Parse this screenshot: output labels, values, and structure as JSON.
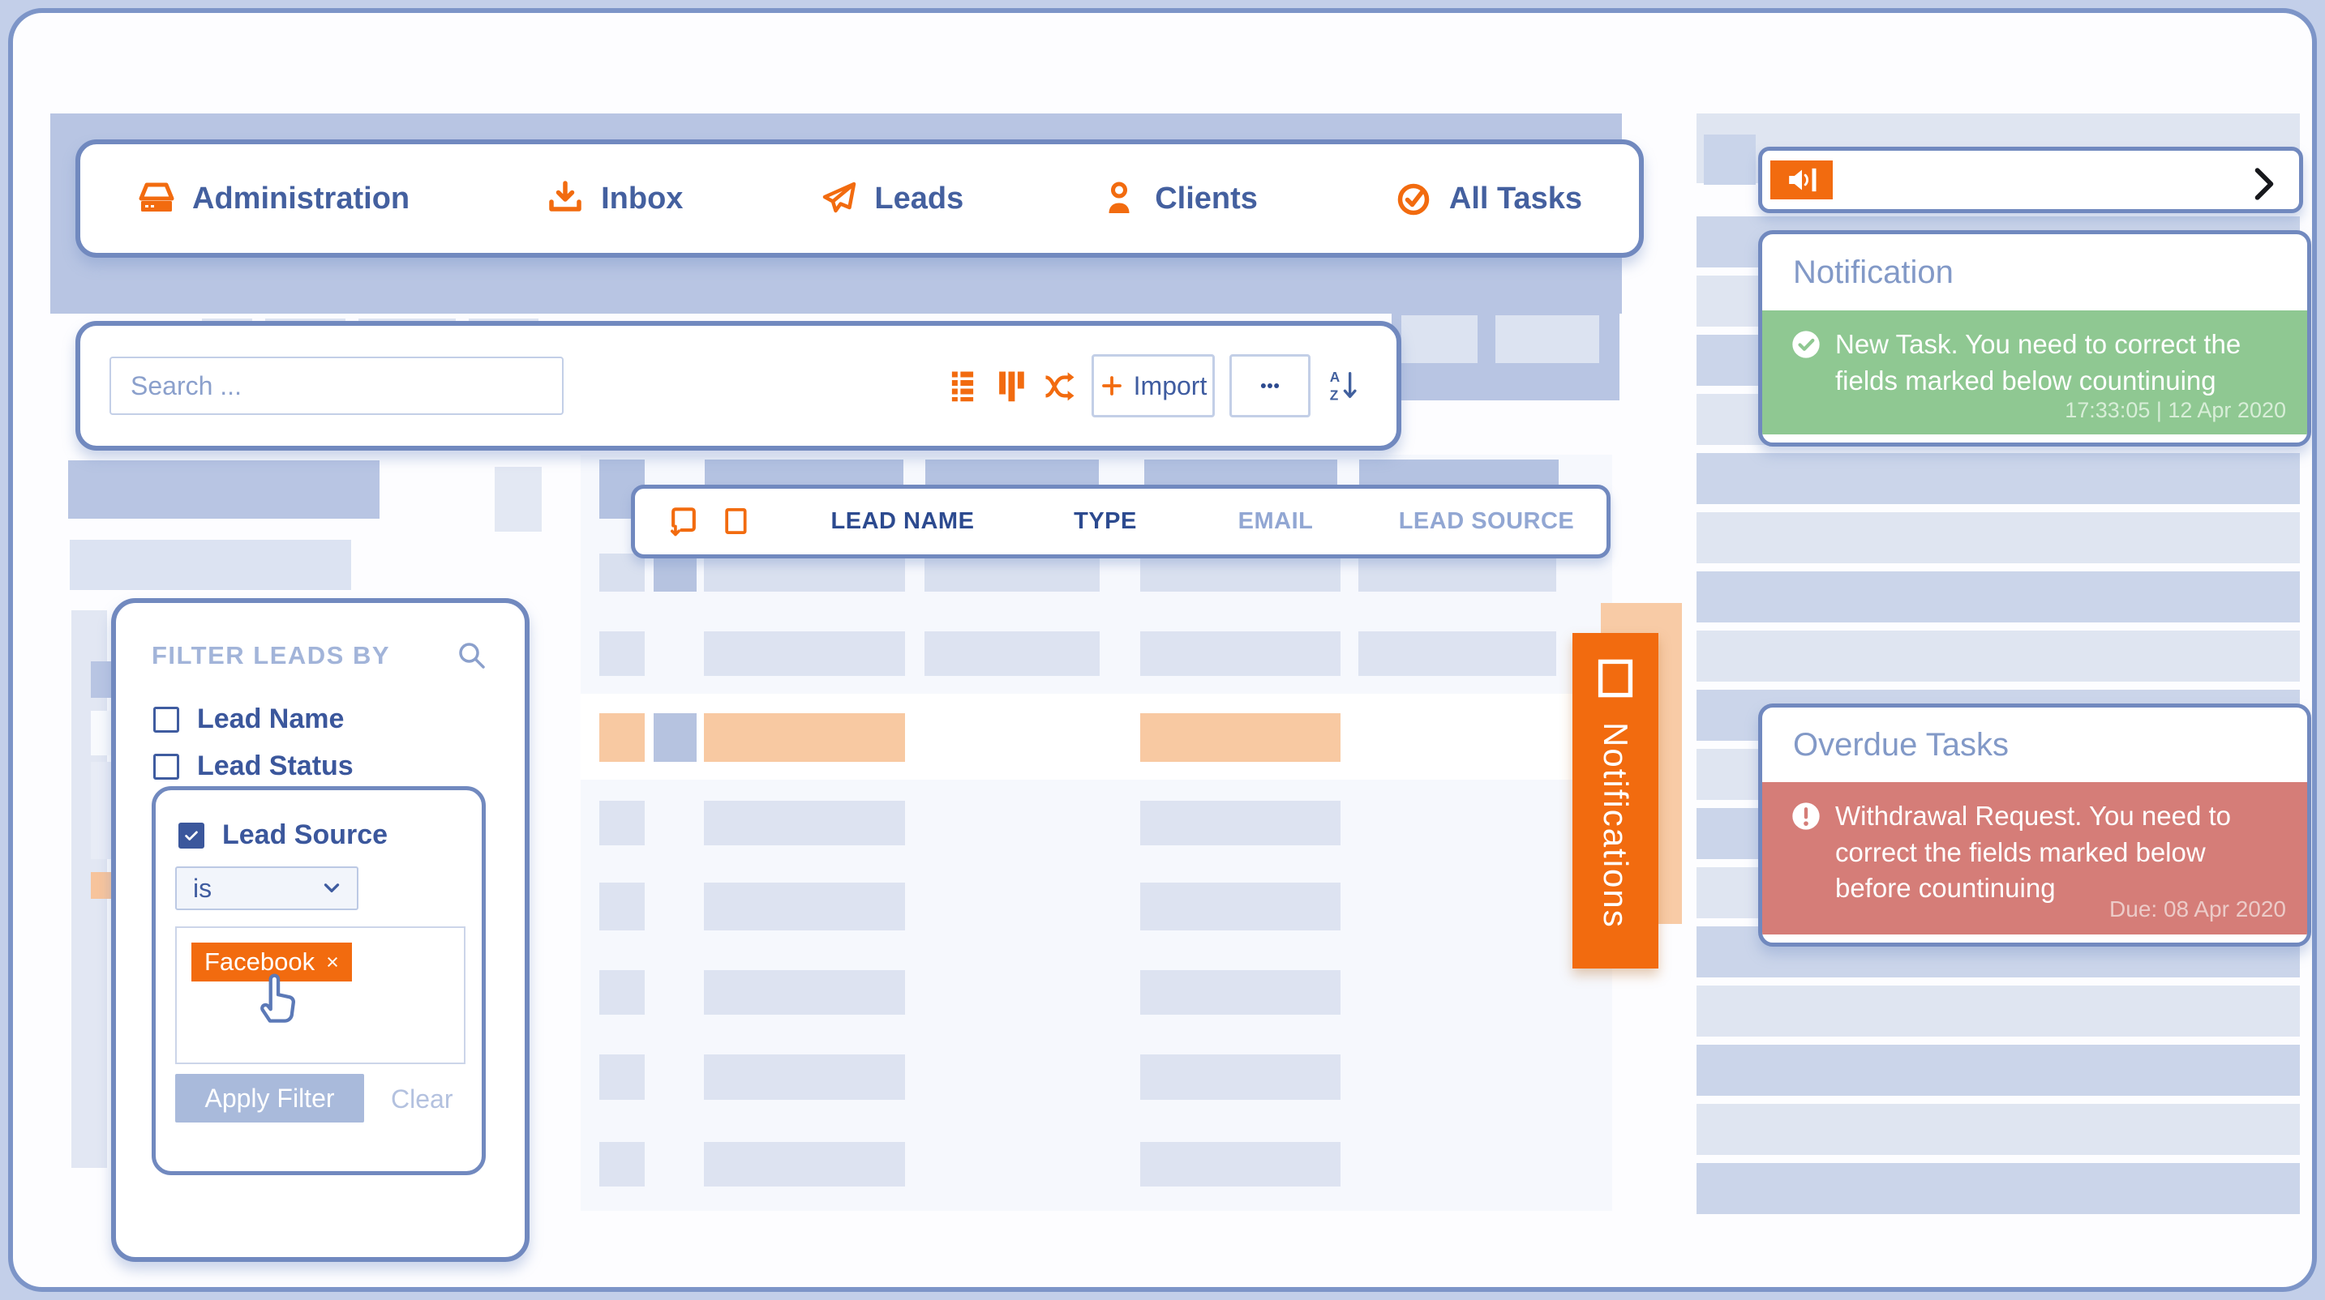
{
  "nav": {
    "items": [
      {
        "icon": "computer-icon",
        "label": "Administration"
      },
      {
        "icon": "download-icon",
        "label": "Inbox"
      },
      {
        "icon": "send-icon",
        "label": "Leads"
      },
      {
        "icon": "person-icon",
        "label": "Clients"
      },
      {
        "icon": "check-circle-icon",
        "label": "All Tasks"
      }
    ]
  },
  "toolbar": {
    "search_placeholder": "Search ...",
    "view_icons": [
      "list-view-icon",
      "kanban-view-icon",
      "merge-icon"
    ],
    "import_label": "Import",
    "more_icon": "ellipsis-icon",
    "sort_icon": "sort-az-icon"
  },
  "table": {
    "columns": [
      "LEAD NAME",
      "TYPE",
      "EMAIL",
      "LEAD SOURCE"
    ],
    "header_icons": [
      "add-lead-icon",
      "select-all-checkbox-icon"
    ]
  },
  "filter_panel": {
    "title": "FILTER LEADS BY",
    "search_icon": "search-icon",
    "checkboxes": [
      {
        "label": "Lead Name",
        "checked": false
      },
      {
        "label": "Lead Status",
        "checked": false
      }
    ],
    "group": {
      "label": "Lead Source",
      "checked": true,
      "operator": "is",
      "tags": [
        {
          "label": "Facebook",
          "remove": "×"
        }
      ],
      "apply_label": "Apply Filter",
      "clear_label": "Clear"
    }
  },
  "notifications_tab": {
    "icon": "square-icon",
    "label": "Notifications"
  },
  "announcement_bar": {
    "icon": "speaker-icon",
    "chevron_icon": "chevron-right-icon"
  },
  "notification_card": {
    "title": "Notification",
    "icon": "check-badge-icon",
    "message": "New Task. You need to correct the fields marked below countinuing",
    "timestamp": "17:33:05 | 12 Apr 2020"
  },
  "overdue_card": {
    "title": "Overdue Tasks",
    "icon": "alert-badge-icon",
    "message": "Withdrawal Request. You need to correct the fields marked below before countinuing",
    "due": "Due: 08 Apr 2020"
  },
  "colors": {
    "accent_orange": "#f26b0f",
    "light_orange": "#f8cba6",
    "row_highlight_orange": "#f8c9a2",
    "success_green": "#8fc892",
    "danger_red": "#d57d78",
    "primary_blue": "#3f5ca0",
    "muted_blue": "#8fa5d1",
    "border_blue": "#7189bf",
    "skeleton_light": "#dfe5f1",
    "skeleton_dark": "#b8c5e3"
  }
}
